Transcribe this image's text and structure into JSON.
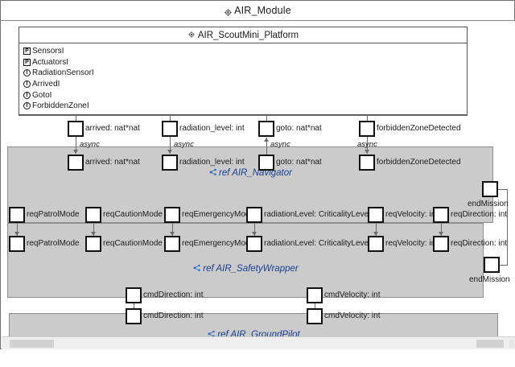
{
  "window": {
    "title": "AIR_Module",
    "title_icon": "gear-icon"
  },
  "platform": {
    "header": "AIR_ScoutMini_Platform",
    "header_icon": "gear-icon",
    "ports": [
      {
        "icon": "port-icon",
        "glyph": "P",
        "label": "SensorsI"
      },
      {
        "icon": "port-icon",
        "glyph": "P",
        "label": "ActuatorsI"
      },
      {
        "icon": "interface-icon",
        "glyph": "I",
        "label": "RadiationSensorI"
      },
      {
        "icon": "interface-icon",
        "glyph": "I",
        "label": "ArrivedI"
      },
      {
        "icon": "interface-icon",
        "glyph": "I",
        "label": "GotoI"
      },
      {
        "icon": "interface-icon",
        "glyph": "I",
        "label": "ForbiddenZoneI"
      }
    ]
  },
  "regions": [
    {
      "id": "navigator",
      "label": "ref AIR_Navigator",
      "icon": "ref-icon",
      "color": "#cbcbcb"
    },
    {
      "id": "safetywrapper",
      "label": "ref AIR_SafetyWrapper",
      "icon": "ref-icon",
      "color": "#cbcbcb"
    },
    {
      "id": "groundpilot",
      "label": "ref AIR_GroundPilot",
      "icon": "ref-icon",
      "color": "#cbcbcb"
    }
  ],
  "connections": [
    {
      "group": "platform-navigator",
      "label": "arrived: nat*nat",
      "kind": "async",
      "direction": "down"
    },
    {
      "group": "platform-navigator",
      "label": "radiation_level: int",
      "kind": "async",
      "direction": "down"
    },
    {
      "group": "platform-navigator",
      "label": "goto: nat*nat",
      "kind": "async",
      "direction": "up"
    },
    {
      "group": "platform-navigator",
      "label": "forbiddenZoneDetected",
      "kind": "async",
      "direction": "down"
    },
    {
      "group": "navigator-safety",
      "label": "reqPatrolMode",
      "kind": "",
      "direction": "down"
    },
    {
      "group": "navigator-safety",
      "label": "reqCautionMode",
      "kind": "",
      "direction": "down"
    },
    {
      "group": "navigator-safety",
      "label": "reqEmergencyMode",
      "kind": "",
      "direction": "down"
    },
    {
      "group": "navigator-safety",
      "label": "radiationLevel: CriticalityLevel",
      "kind": "",
      "direction": "down"
    },
    {
      "group": "navigator-safety",
      "label": "reqVelocity: int",
      "kind": "",
      "direction": "down"
    },
    {
      "group": "navigator-safety",
      "label": "reqDirection: int",
      "kind": "",
      "direction": "down"
    },
    {
      "group": "safety-groundpilot",
      "label": "cmdDirection: int",
      "kind": "",
      "direction": "down"
    },
    {
      "group": "safety-groundpilot",
      "label": "cmdVelocity: int",
      "kind": "",
      "direction": "down"
    },
    {
      "group": "endmission",
      "label": "endMission",
      "kind": "",
      "direction": "side"
    },
    {
      "group": "endmission",
      "label": "endMission",
      "kind": "",
      "direction": "side"
    }
  ],
  "port_labels": {
    "arrived_top": "arrived: nat*nat",
    "arrived_bot": "arrived: nat*nat",
    "radlevel_top": "radiation_level: int",
    "radlevel_bot": "radiation_level: int",
    "goto_top": "goto: nat*nat",
    "goto_bot": "goto: nat*nat",
    "fzd_top": "forbiddenZoneDetected",
    "fzd_bot": "forbiddenZoneDetected",
    "patrol_top": "reqPatrolMode",
    "patrol_bot": "reqPatrolMode",
    "caution_top": "reqCautionMode",
    "caution_bot": "reqCautionMode",
    "emerg_top": "reqEmergencyMode",
    "emerg_bot": "reqEmergencyMode",
    "radcrit_top": "radiationLevel: CriticalityLevel",
    "radcrit_bot": "radiationLevel: CriticalityLevel",
    "vel_top": "reqVelocity: int",
    "vel_bot": "reqVelocity: int",
    "dir_top": "reqDirection: int",
    "dir_bot": "reqDirection: int",
    "cmddir_top": "cmdDirection: int",
    "cmddir_bot": "cmdDirection: int",
    "cmdvel_top": "cmdVelocity: int",
    "cmdvel_bot": "cmdVelocity: int",
    "endmission_top": "endMission",
    "endmission_bot": "endMission"
  },
  "async_labels": {
    "a1": "async",
    "a2": "async",
    "a3": "async",
    "a4": "async"
  },
  "scrollbar": {
    "orientation": "horizontal"
  },
  "colors": {
    "region_fill": "#cbcbcb",
    "ref_label": "#1a3f8f",
    "port_border": "#111111",
    "connector": "#6c6c6c"
  }
}
